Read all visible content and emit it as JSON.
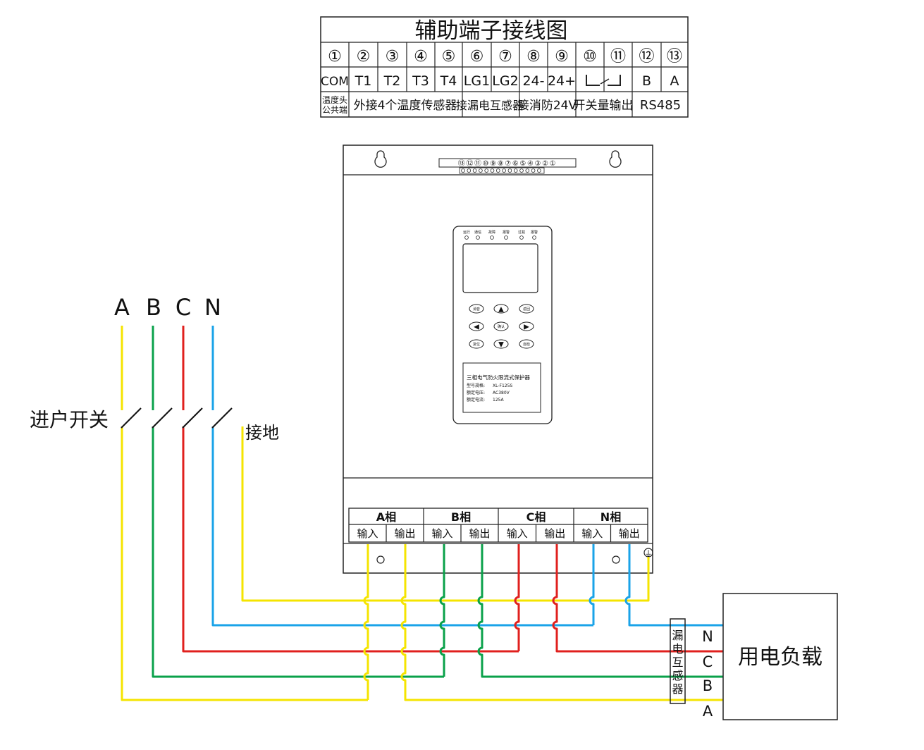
{
  "terminal_table": {
    "title": "辅助端子接线图",
    "numbers": [
      "①",
      "②",
      "③",
      "④",
      "⑤",
      "⑥",
      "⑦",
      "⑧",
      "⑨",
      "⑩",
      "⑪",
      "⑫",
      "⑬"
    ],
    "codes": [
      "COM",
      "T1",
      "T2",
      "T3",
      "T4",
      "LG1",
      "LG2",
      "24-",
      "24+",
      "",
      "",
      "B",
      "A"
    ],
    "groups": {
      "g1_line1": "温度头",
      "g1_line2": "公共端",
      "g2": "外接4个温度传感器",
      "g3": "接漏电互感器",
      "g4": "接消防24V",
      "g5": "开关量输出",
      "g6": "RS485"
    }
  },
  "device": {
    "top_terminal_numbers": "⑬⑫⑪⑩⑨⑧⑦⑥⑤④③②①",
    "indicators": [
      "运行",
      "通信",
      "故障",
      "报警",
      "过载",
      "报警"
    ],
    "buttons": [
      "消音",
      "▲",
      "返回",
      "◀",
      "确认",
      "▶",
      "复位",
      "▼",
      "自检"
    ],
    "nameplate": {
      "title": "三相电气防火限流式保护器",
      "model_label": "型号规格:",
      "model_value": "XL-F125S",
      "voltage_label": "额定电压:",
      "voltage_value": "AC380V",
      "current_label": "额定电流:",
      "current_value": "125A"
    },
    "phase_terminals": {
      "phases": [
        "A相",
        "B相",
        "C相",
        "N相"
      ],
      "input_label": "输入",
      "output_label": "输出"
    },
    "ground_symbol": "⏚"
  },
  "wiring": {
    "phase_labels": [
      "A",
      "B",
      "C",
      "N"
    ],
    "switch_label": "进户开关",
    "ground_label": "接地",
    "ct_label": "漏电互感器",
    "load_label": "用电负载",
    "load_terminals": [
      "N",
      "C",
      "B",
      "A"
    ],
    "colors": {
      "A": "#f5e400",
      "B": "#0aa14a",
      "C": "#e0201e",
      "N": "#1aa3e8",
      "ground": "#f5e400"
    }
  }
}
